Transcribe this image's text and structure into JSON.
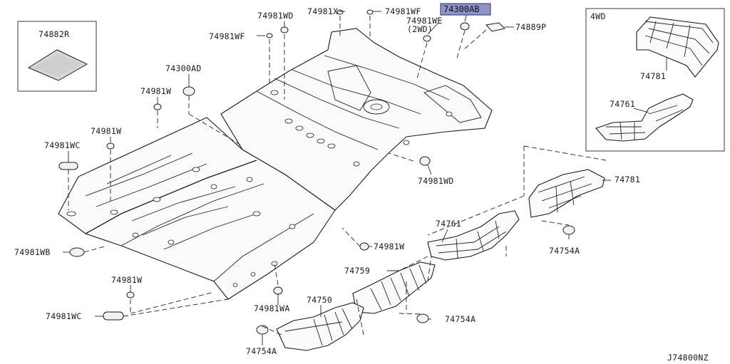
{
  "diagram_id": "J74800NZ",
  "inset": {
    "label": "4WD",
    "parts": [
      "74781",
      "74761"
    ]
  },
  "mat_box": {
    "label": "74882R"
  },
  "highlighted_part": "74300AB",
  "callouts": {
    "c74981WD_top": "74981WD",
    "c74981X": "74981X",
    "c74981WF_top": "74981WF",
    "c74981WE": "74981WE",
    "c74981WE_note": "(2WD)",
    "c74889P": "74889P",
    "c74981WF_left": "74981WF",
    "c74300AD": "74300AD",
    "c74981W_1": "74981W",
    "c74981W_2": "74981W",
    "c74981WC_1": "74981WC",
    "c74981WD_mid": "74981WD",
    "c74781": "74781",
    "c74761": "74761",
    "c74754A_r": "74754A",
    "c74981W_3": "74981W",
    "c74759": "74759",
    "c74981WB": "74981WB",
    "c74981W_4": "74981W",
    "c74981WA": "74981WA",
    "c74750": "74750",
    "c74981WC_2": "74981WC",
    "c74754A_m": "74754A",
    "c74754A_b": "74754A"
  }
}
